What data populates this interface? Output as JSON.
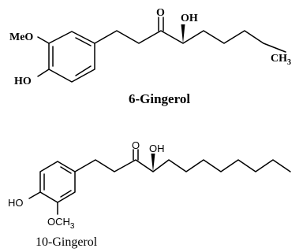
{
  "structures": [
    {
      "name": "6-Gingerol",
      "labels": {
        "methoxy": "MeO",
        "hydroxy_ring": "HO",
        "ketone": "O",
        "hydroxyl": "OH",
        "terminal": "CH",
        "terminal_sub": "3"
      }
    },
    {
      "name": "10-Gingerol",
      "labels": {
        "hydroxy_ring": "HO",
        "methoxy": "OCH",
        "methoxy_sub": "3",
        "ketone": "O",
        "hydroxyl": "OH"
      }
    }
  ]
}
